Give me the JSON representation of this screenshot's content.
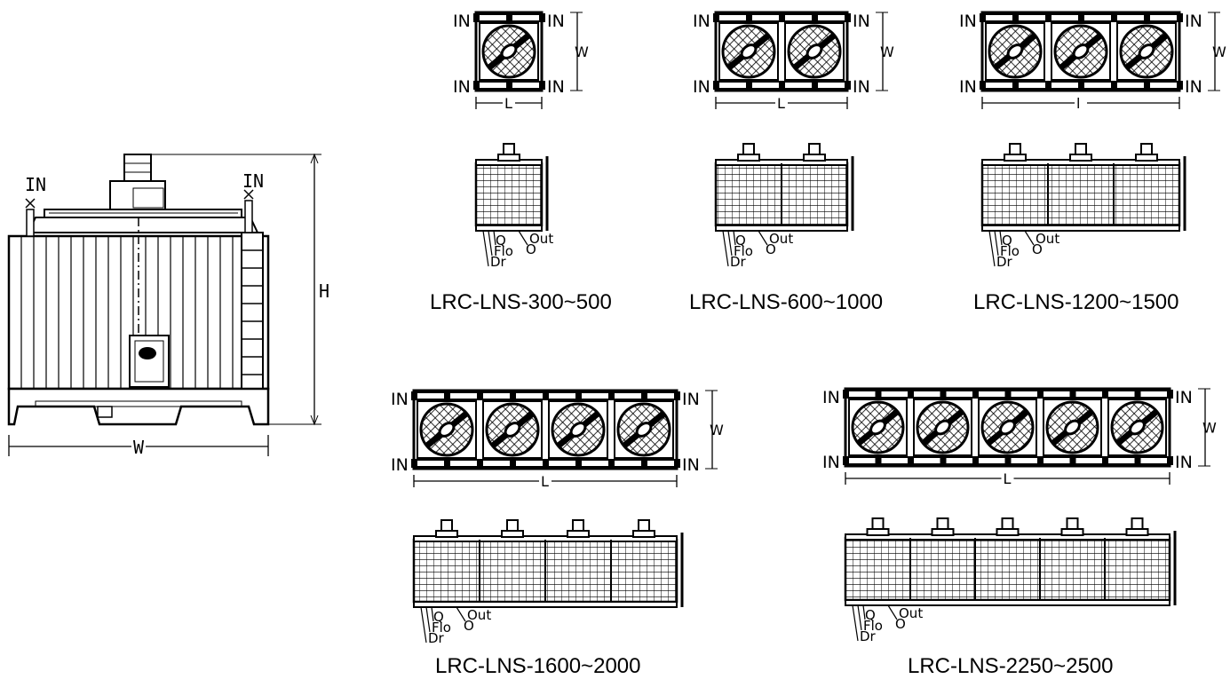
{
  "labels": {
    "inlet": "IN",
    "width_dim": "W",
    "height_dim": "H",
    "length_dim": "L",
    "length_dim_alt": "l",
    "overflow": "Flo",
    "drain": "Dr",
    "outlet": "Out",
    "make_up": "Q",
    "outlet_o": "O"
  },
  "models": [
    {
      "name": "LRC-LNS-300~500",
      "fans": 1
    },
    {
      "name": "LRC-LNS-600~1000",
      "fans": 2
    },
    {
      "name": "LRC-LNS-1200~1500",
      "fans": 3
    },
    {
      "name": "LRC-LNS-1600~2000",
      "fans": 4
    },
    {
      "name": "LRC-LNS-2250~2500",
      "fans": 5
    }
  ]
}
